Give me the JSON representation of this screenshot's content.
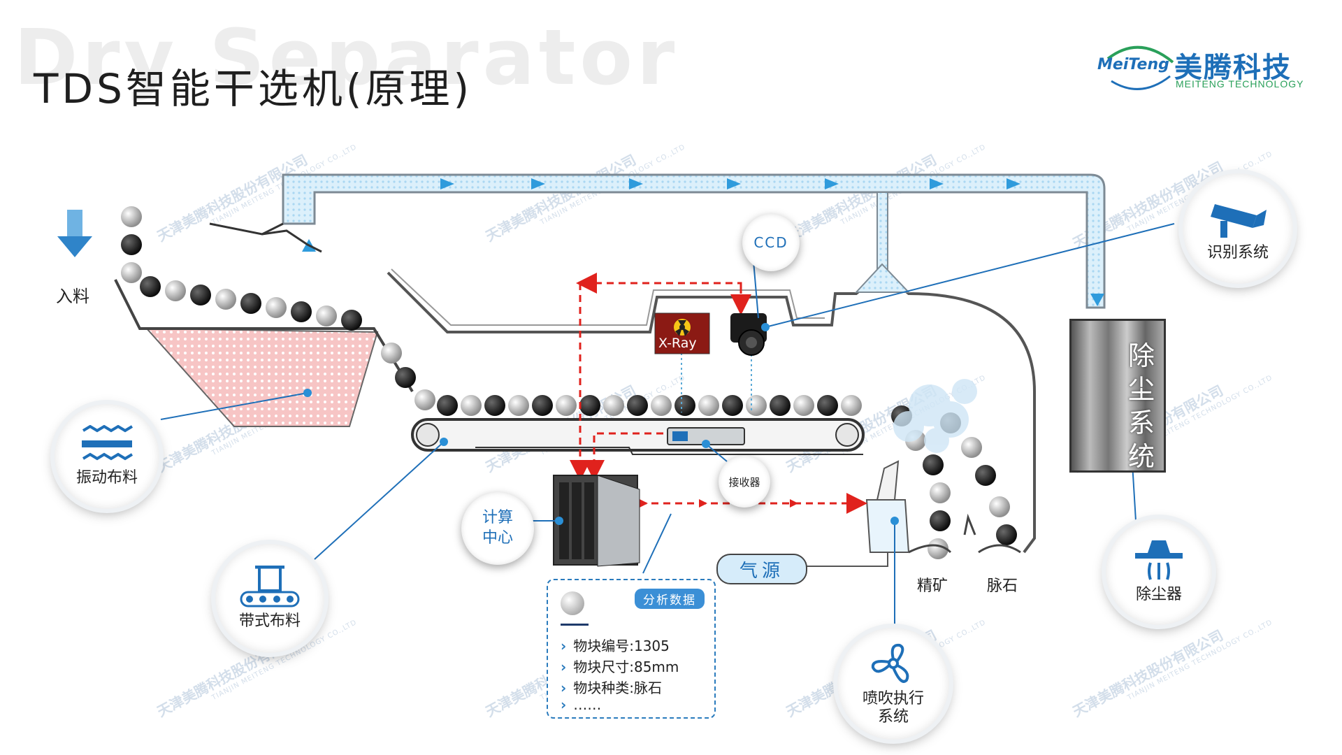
{
  "background_word": "Dry Separator",
  "title": "TDS智能干选机(原理)",
  "logo": {
    "en": "MeiTeng",
    "cn": "美腾科技",
    "sub": "MEITENG TECHNOLOGY"
  },
  "watermark": {
    "cn": "天津美腾科技股份有限公司",
    "en": "TIANJIN MEITENG TECHNOLOGY CO.,LTD"
  },
  "labels": {
    "feed": "入料",
    "ccd": "CCD",
    "xray": "X-Ray",
    "receiver": "接收器",
    "compute": "计算\n中心",
    "air_source": "气源",
    "concentrate": "精矿",
    "gangue": "脉石",
    "dust_system": "除尘系统"
  },
  "features": [
    {
      "id": "vibration",
      "label": "振动布料",
      "icon": "vibration-icon"
    },
    {
      "id": "belt",
      "label": "带式布料",
      "icon": "belt-feeder-icon"
    },
    {
      "id": "recognition",
      "label": "识别系统",
      "icon": "camera-icon"
    },
    {
      "id": "dust_collector",
      "label": "除尘器",
      "icon": "dust-collector-icon"
    },
    {
      "id": "blowing",
      "label": "喷吹执行\n系统",
      "icon": "fan-icon"
    }
  ],
  "analysis": {
    "tag": "分析数据",
    "rows": [
      "物块编号:1305",
      "物块尺寸:85mm",
      "物块种类:脉石",
      "……"
    ]
  },
  "colors": {
    "accent": "#1e6fb8",
    "dashed_signal": "#e0221d",
    "green": "#2aa05a"
  }
}
